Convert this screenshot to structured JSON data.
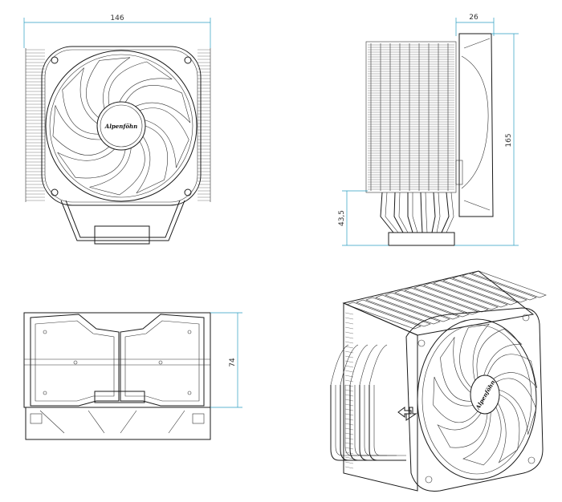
{
  "dimensions": {
    "width": "146",
    "depth": "26",
    "height": "165",
    "clearance": "43,5",
    "fan_size": "74"
  },
  "brand_mark": "Alpenföhn",
  "colors": {
    "line": "#1a1a1a",
    "dimension": "#2a9ec0",
    "background": "#ffffff"
  }
}
